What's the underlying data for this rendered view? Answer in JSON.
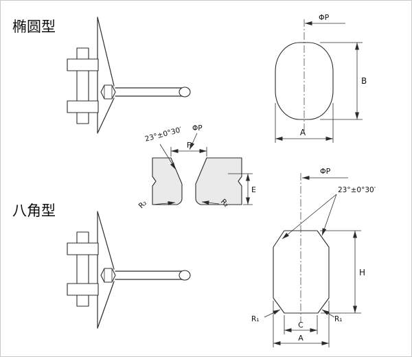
{
  "canvas": {
    "background": "#ffffff",
    "line_color": "#2b2b2b",
    "fill_gray": "#eaeaea",
    "border_color": "#c8c8c8"
  },
  "sections": {
    "elliptical": {
      "title": "椭圆型"
    },
    "octagonal": {
      "title": "八角型"
    }
  },
  "ellipse_view": {
    "phi_p": "ΦP",
    "b": "B",
    "a": "A"
  },
  "section_view": {
    "angle": "23°±0°30′",
    "phi_p": "ΦP",
    "f": "F",
    "e": "E",
    "r2_left": "R₂",
    "r2_right": "R₂"
  },
  "octagon_view": {
    "phi_p": "ΦP",
    "angle": "23°±0°30′",
    "h": "H",
    "r1_left": "R₁",
    "r1_right": "R₁",
    "c": "C",
    "a": "A"
  }
}
